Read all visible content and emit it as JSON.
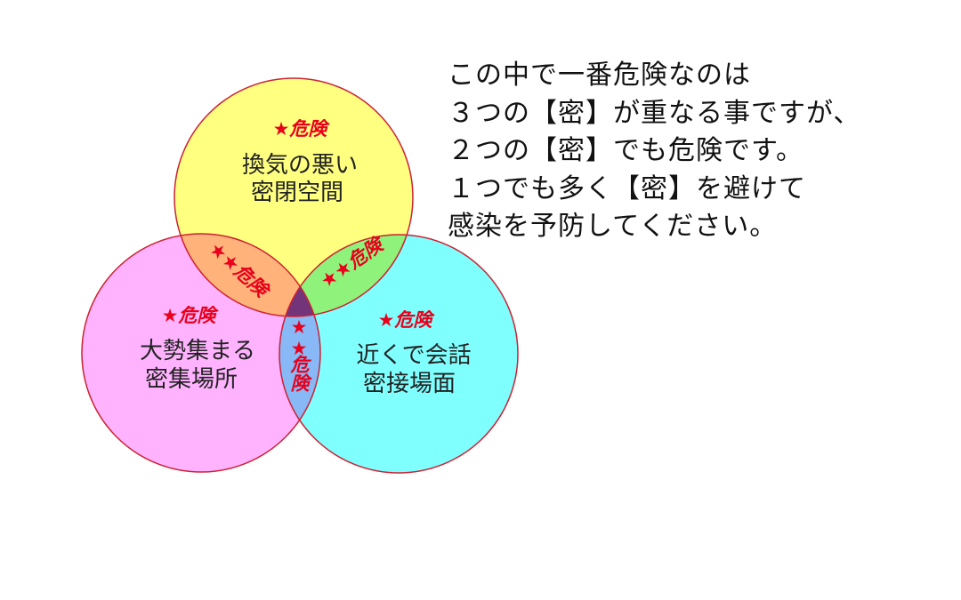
{
  "diagram": {
    "type": "venn",
    "colors": {
      "top_circle": "#ffff80",
      "left_circle": "#ffb3ff",
      "right_circle": "#80ffff",
      "top_left_overlap": "#ffb27a",
      "top_right_overlap": "#8ff27a",
      "left_right_overlap": "#88b8f5",
      "center_overlap": "#74347a",
      "outline": "#cc2233",
      "danger_text": "#e8001c"
    },
    "circles": {
      "top": {
        "danger": "★危険",
        "line1": "換気の悪い",
        "line2": "密閉空間"
      },
      "left": {
        "danger": "★危険",
        "line1": "大勢集まる",
        "line2": "密集場所"
      },
      "right": {
        "danger": "★危険",
        "line1": "近くで会話",
        "line2": "密接場面"
      }
    },
    "overlaps": {
      "top_left": "★★危険",
      "top_right": "★★危険",
      "left_right_stars": "★★",
      "left_right_word": "危険"
    }
  },
  "explanation": {
    "lines": [
      "この中で一番危険なのは",
      "３つの【密】が重なる事ですが、",
      "２つの【密】でも危険です。",
      "１つでも多く【密】を避けて",
      "感染を予防してください。"
    ]
  }
}
